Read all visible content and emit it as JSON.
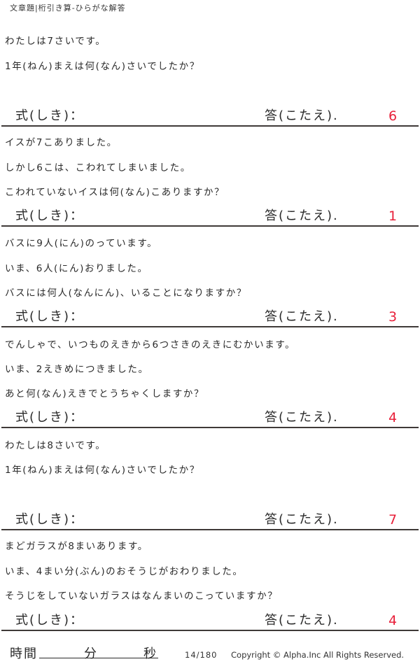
{
  "header": {
    "title": "文章題|桁引き算-ひらがな解答"
  },
  "labels": {
    "shiki": "式(しき)：",
    "kotae": "答(こたえ)."
  },
  "problems": [
    {
      "lines": [
        "わたしは7さいです。",
        "1年(ねん)まえは何(なん)さいでしたか？",
        ""
      ],
      "answer": "6"
    },
    {
      "lines": [
        "イスが7こありました。",
        "しかし6こは、こわれてしまいました。",
        "こわれていないイスは何(なん)こありますか？"
      ],
      "answer": "1"
    },
    {
      "lines": [
        "バスに9人(にん)のっています。",
        "いま、6人(にん)おりました。",
        "バスには何人(なんにん)、いることになりますか？"
      ],
      "answer": "3"
    },
    {
      "lines": [
        "でんしゃで、いつものえきから6つさきのえきにむかいます。",
        "いま、2えきめにつきました。",
        "あと何(なん)えきでとうちゃくしますか？"
      ],
      "answer": "4"
    },
    {
      "lines": [
        "わたしは8さいです。",
        "1年(ねん)まえは何(なん)さいでしたか？",
        ""
      ],
      "answer": "7"
    },
    {
      "lines": [
        "まどガラスが8まいあります。",
        "いま、4まい分(ぶん)のおそうじがおわりました。",
        "そうじをしていないガラスはなんまいのこっていますか？"
      ],
      "answer": "4"
    }
  ],
  "footer": {
    "time_label": "時間",
    "minutes_label": "分",
    "seconds_label": "秒",
    "page": "14/180",
    "copyright": "Copyright ©  Alpha.Inc All Rights Reserved."
  },
  "colors": {
    "answer": "#e8203a",
    "rule": "#3f3a38"
  }
}
